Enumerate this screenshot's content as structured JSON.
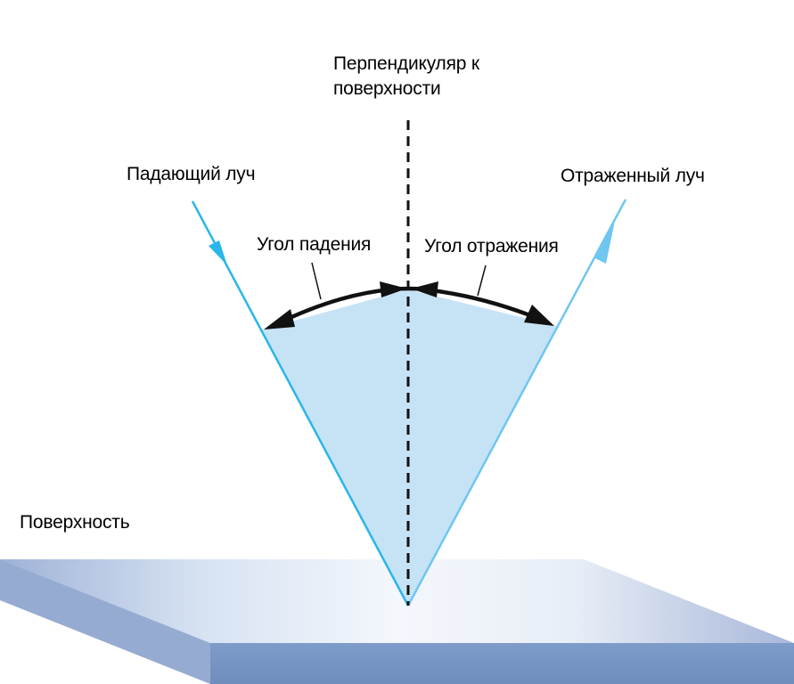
{
  "labels": {
    "normal_line1": "Перпендикуляр к",
    "normal_line2": "поверхности",
    "incident_ray": "Падающий луч",
    "reflected_ray": "Отраженный луч",
    "angle_of_incidence": "Угол падения",
    "angle_of_reflection": "Угол отражения",
    "surface": "Поверхность"
  },
  "colors": {
    "incident_ray": "#29b6ea",
    "reflected_ray": "#6fc6f0",
    "angle_fill": "#c3e2f6",
    "normal_line": "#111111",
    "angle_arc": "#111111",
    "surface_top_edge": "#9aaed6",
    "surface_top_center": "#f2f6fb",
    "surface_front": "#7a98c6",
    "surface_left_side": "#95abd2"
  }
}
